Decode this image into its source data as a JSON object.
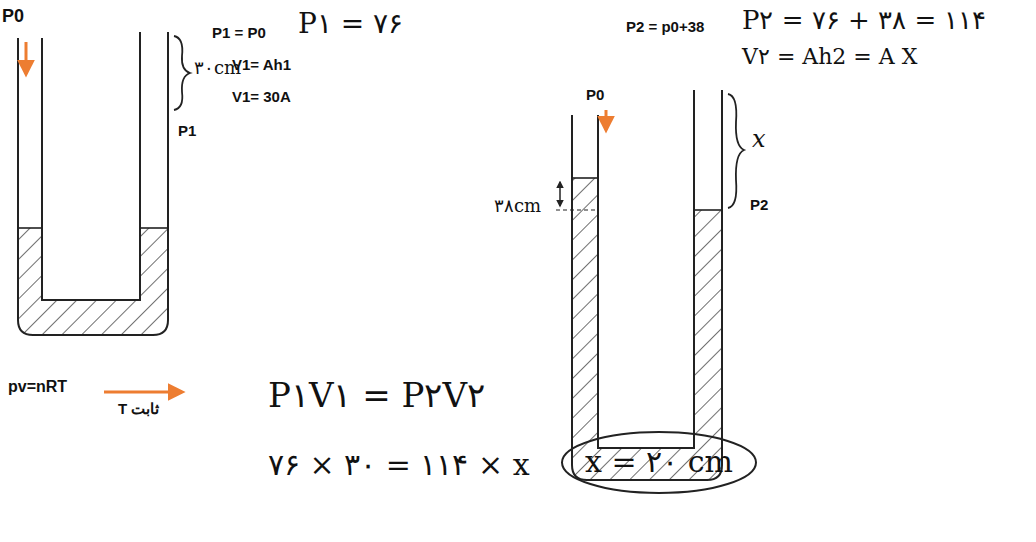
{
  "diagram": {
    "nodes": [
      {
        "text": [
          "x = ۲۰ cm"
        ]
      }
    ],
    "labels": [
      "P0",
      "P1 = P0",
      "P۱ = ۷۶",
      "V1= Ah1",
      "V1= 30A",
      "۳۰cm",
      "P1",
      "P2 = p0+38",
      "P۲ = ۷۶ + ۳۸ = ۱۱۴",
      "V۲ = Ah2 = A X",
      "P0",
      "۳۸cm",
      "x",
      "P2",
      "pv=nRT",
      "T ثابت",
      "P۱V۱ = P۲V۲",
      "۷۶ × ۳۰ = ۱۱۴ × x"
    ]
  }
}
